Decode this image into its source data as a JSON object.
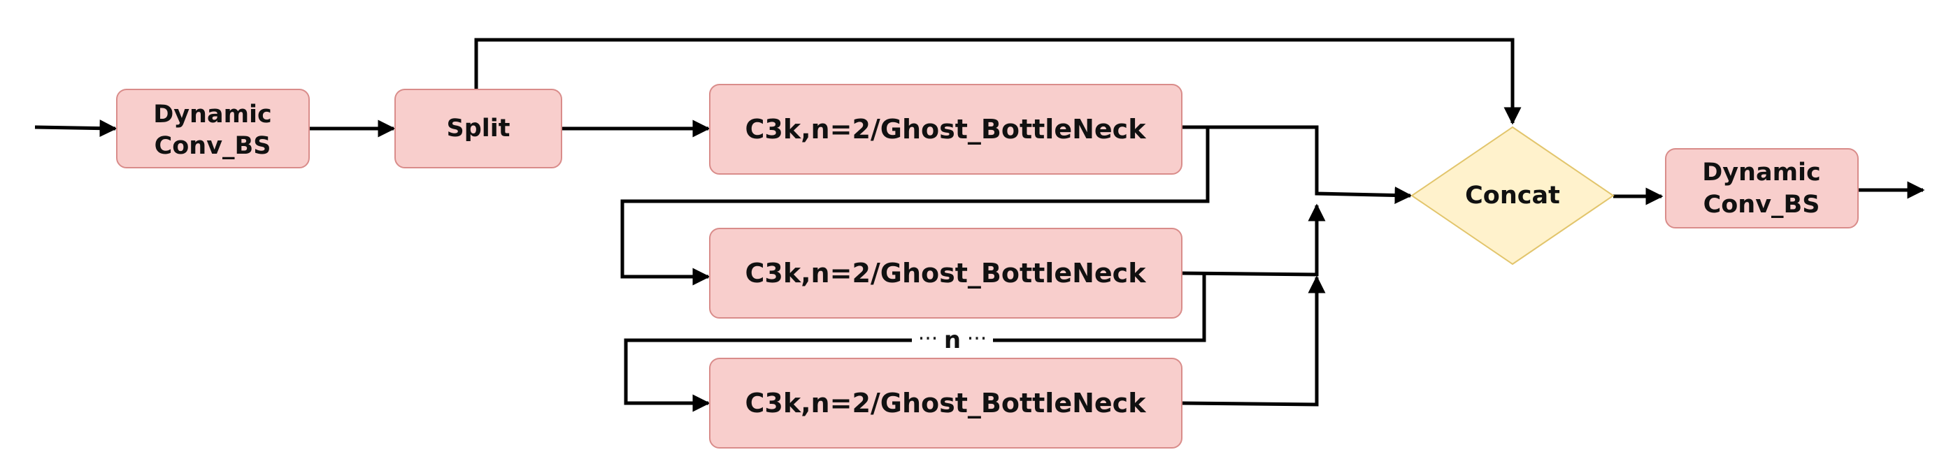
{
  "nodes": {
    "dynamic_conv_in": {
      "line1": "Dynamic",
      "line2": "Conv_BS"
    },
    "split": {
      "label": "Split"
    },
    "bottleneck_1": {
      "label": "C3k,n=2/Ghost_BottleNeck"
    },
    "bottleneck_2": {
      "label": "C3k,n=2/Ghost_BottleNeck"
    },
    "bottleneck_3": {
      "label": "C3k,n=2/Ghost_BottleNeck"
    },
    "concat": {
      "label": "Concat"
    },
    "dynamic_conv_out": {
      "line1": "Dynamic",
      "line2": "Conv_BS"
    }
  },
  "repeat_marker": {
    "dots_left": "···",
    "label": "n",
    "dots_right": "···"
  },
  "colors": {
    "box_fill": "#f8cecc",
    "box_stroke": "#d98c8a",
    "diamond_fill": "#fff2cc",
    "diamond_stroke": "#e2c56c",
    "edge": "#000000"
  }
}
